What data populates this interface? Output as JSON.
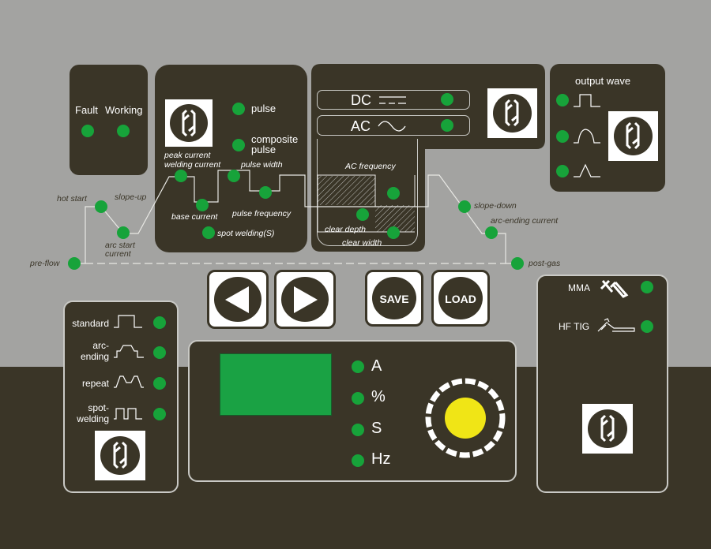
{
  "status": {
    "fault_label": "Fault",
    "working_label": "Working"
  },
  "pulse_panel": {
    "pulse_label": "pulse",
    "composite_pulse_label": "composite\npulse"
  },
  "current_panel": {
    "dc_label": "DC",
    "ac_label": "AC"
  },
  "output_wave": {
    "title": "output wave"
  },
  "waveform_labels": {
    "hot_start": "hot start",
    "slope_up": "slope-up",
    "pre_flow": "pre-flow",
    "arc_start_current": "arc start\ncurrent",
    "peak_current": "peak current",
    "welding_current": "welding current",
    "base_current": "base current",
    "pulse_width": "pulse width",
    "pulse_frequency": "pulse frequency",
    "spot_welding": "spot welding(S)",
    "ac_frequency": "AC frequency",
    "clear_depth": "clear depth",
    "clear_width": "clear width",
    "slope_down": "slope-down",
    "arc_ending_current": "arc-ending current",
    "post_gas": "post-gas"
  },
  "buttons": {
    "save_label": "SAVE",
    "load_label": "LOAD"
  },
  "mode_panel": {
    "standard": "standard",
    "arc_ending": "arc-\nending",
    "repeat": "repeat",
    "spot_welding": "spot-\nwelding"
  },
  "display": {
    "units": [
      "A",
      "%",
      "S",
      "Hz"
    ]
  },
  "process_panel": {
    "mma_label": "MMA",
    "hftig_label": "HF TIG"
  },
  "colors": {
    "panel": "#3a3527",
    "background": "#a3a3a1",
    "led": "#17a33a",
    "display": "#1aa244",
    "knob": "#f0e516"
  }
}
